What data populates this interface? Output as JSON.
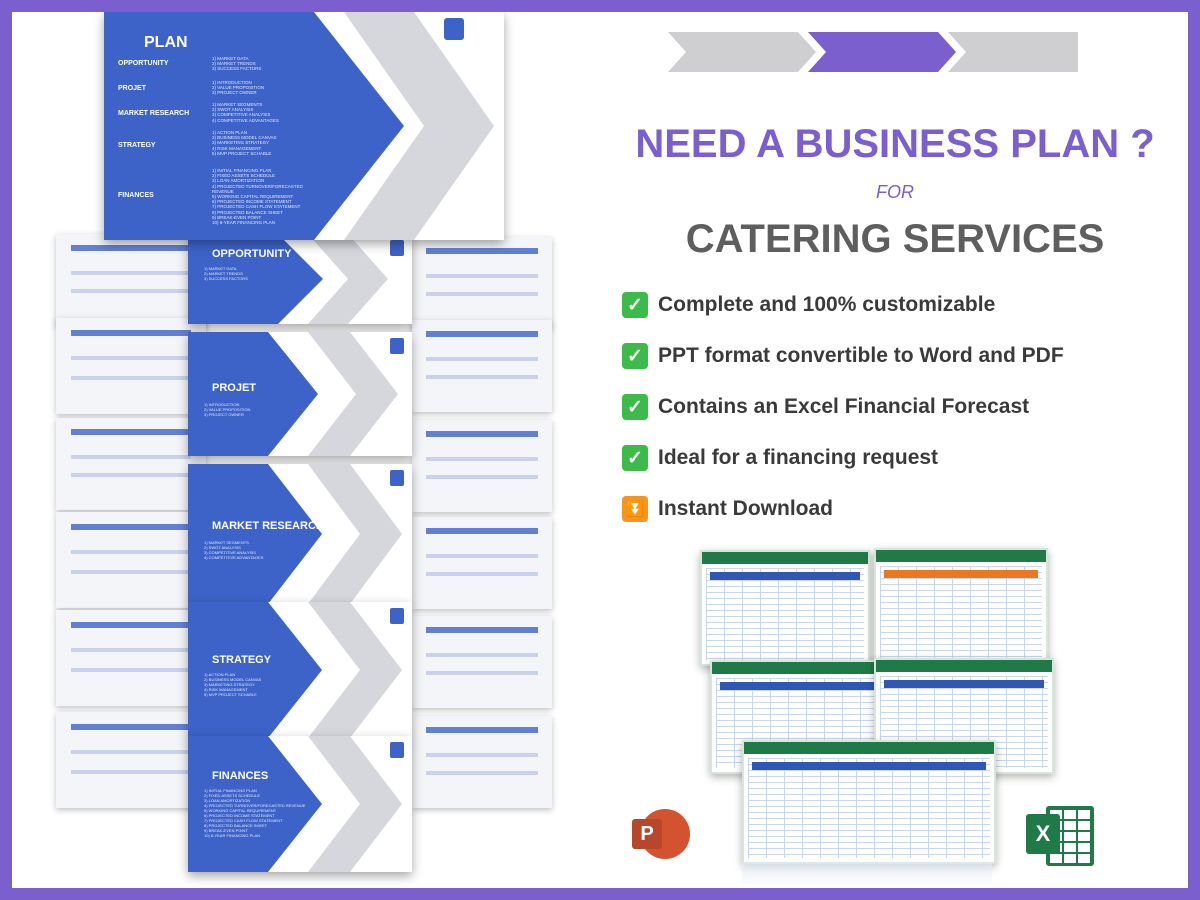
{
  "headline": "NEED A BUSINESS PLAN ?",
  "for_text": "FOR",
  "subject": "CATERING SERVICES",
  "features": [
    {
      "icon": "check-mark-icon",
      "text": "Complete and 100% customizable"
    },
    {
      "icon": "check-mark-icon",
      "text": "PPT format convertible to Word and PDF"
    },
    {
      "icon": "check-mark-icon",
      "text": "Contains an Excel Financial Forecast"
    },
    {
      "icon": "check-mark-icon",
      "text": "Ideal for a financing request"
    },
    {
      "icon": "download-arrow-icon",
      "text": "Instant Download"
    }
  ],
  "plan_slide": {
    "title": "PLAN",
    "sections": [
      {
        "label": "OPPORTUNITY",
        "items": "1) MARKET DATA\n2) MARKET TRENDS\n3) SUCCESS FACTORS"
      },
      {
        "label": "PROJET",
        "items": "1) INTRODUCTION\n2) VALUE PROPOSITION\n3) PROJECT OWNER"
      },
      {
        "label": "MARKET RESEARCH",
        "items": "1) MARKET SEGMENTS\n2) SWOT ANALYSIS\n3) COMPETITIVE ANALYSIS\n4) COMPETITIVE ADVANTAGES"
      },
      {
        "label": "STRATEGY",
        "items": "1) ACTION PLAN\n2) BUSINESS MODEL CANVAS\n3) MARKETING STRATEGY\n4) RISK MANAGEMENT\n5) MVP PROJECT SCHABLE"
      },
      {
        "label": "FINANCES",
        "items": "1) INITIAL FINANCING PLAN\n2) FIXED ASSETS SCHEDULE\n3) LOAN AMORTIZATION\n4) PROJECTED TURNOVER/FORECASTED REVENUE\n5) WORKING CAPITAL REQUIREMENT\n6) PROJECTED INCOME STATEMENT\n7) PROJECTED CASH FLOW STATEMENT\n8) PROJECTED BALANCE SHEET\n9) BREAK-EVEN POINT\n10) 8-YEAR FINANCING PLAN"
      }
    ]
  },
  "section_slides": [
    {
      "title": "OPPORTUNITY",
      "items": "1) MARKET DATA\n2) MARKET TRENDS\n3) SUCCESS FACTORS"
    },
    {
      "title": "PROJET",
      "items": "1) INTRODUCTION\n2) VALUE PROPOSITION\n3) PROJECT OWNER"
    },
    {
      "title": "MARKET RESEARCH",
      "items": "1) MARKET SEGMENTS\n2) SWOT ANALYSIS\n3) COMPETITIVE ANALYSIS\n4) COMPETITIVE ADVANTAGES"
    },
    {
      "title": "STRATEGY",
      "items": "1) ACTION PLAN\n2) BUSINESS MODEL CANVAS\n3) MARKETING STRATEGY\n4) RISK MANAGEMENT\n5) MVP PROJECT SCHABLE"
    },
    {
      "title": "FINANCES",
      "items": "1) INITIAL FINANCING PLAN\n2) FIXED ASSETS SCHEDULE\n3) LOAN AMORTIZATION\n4) PROJECTED TURNOVER/FORECASTED REVENUE\n5) WORKING CAPITAL REQUIREMENT\n6) PROJECTED INCOME STATEMENT\n7) PROJECTED CASH FLOW STATEMENT\n8) PROJECTED BALANCE SHEET\n9) BREAK-EVEN POINT\n10) 8-YEAR FINANCING PLAN"
    }
  ],
  "colors": {
    "brand_purple": "#7b5fcf",
    "slide_blue": "#3d63c9",
    "check_green": "#3cbb4a",
    "download_orange": "#f39423"
  }
}
